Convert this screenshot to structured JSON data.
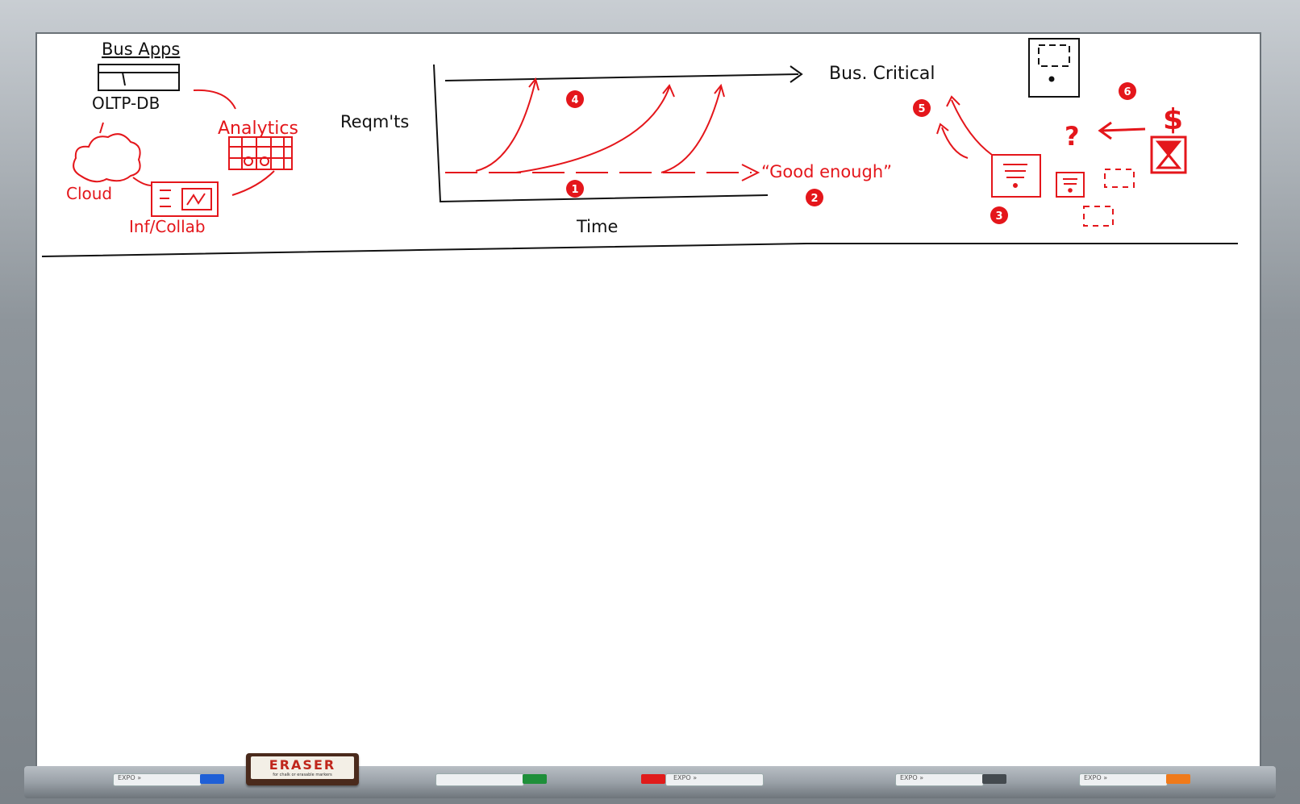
{
  "board": {
    "bus_apps": "Bus Apps",
    "oltp_db": "OLTP-DB",
    "analytics": "Analytics",
    "cloud": "Cloud",
    "inf_collab": "Inf/Collab",
    "reqmts": "Reqm'ts",
    "time": "Time",
    "bus_critical": "Bus. Critical",
    "good_enough": "“Good enough”",
    "question": "?",
    "dollar": "$",
    "badges": [
      "1",
      "2",
      "3",
      "4",
      "5",
      "6"
    ]
  },
  "tray": {
    "eraser_title": "ERASER",
    "eraser_sub": "for chalk or erasable markers",
    "markers": [
      {
        "color": "#1f5fd6",
        "label": "EXPO »"
      },
      {
        "color": "#1f8f3a",
        "label": ""
      },
      {
        "color": "#e01b1b",
        "label": "EXPO »"
      },
      {
        "color": "#444a4f",
        "label": "EXPO »"
      },
      {
        "color": "#f07a1a",
        "label": "EXPO »"
      }
    ]
  },
  "colors": {
    "ink_black": "#111111",
    "ink_red": "#e4161b"
  }
}
